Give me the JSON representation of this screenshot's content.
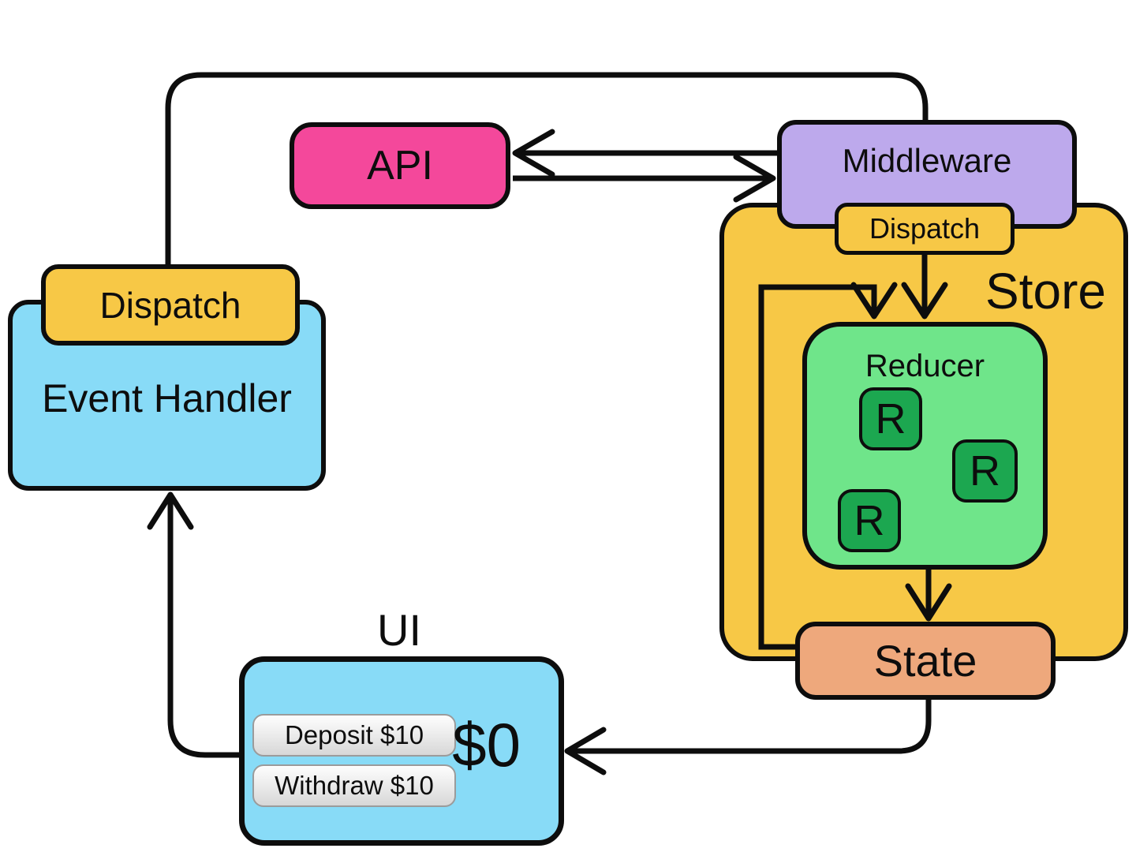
{
  "nodes": {
    "api": {
      "label": "API"
    },
    "middleware": {
      "label": "Middleware"
    },
    "store": {
      "label": "Store",
      "dispatch_label": "Dispatch"
    },
    "reducer": {
      "label": "Reducer",
      "r_labels": [
        "R",
        "R",
        "R"
      ]
    },
    "state": {
      "label": "State"
    },
    "event_handler": {
      "label": "Event Handler",
      "dispatch_label": "Dispatch"
    },
    "ui": {
      "label": "UI",
      "balance": "$0",
      "buttons": [
        {
          "label": "Deposit $10"
        },
        {
          "label": "Withdraw $10"
        }
      ]
    }
  },
  "colors": {
    "api": "#f4489b",
    "middleware": "#bda9ec",
    "store": "#f7c846",
    "reducer": "#6fe58a",
    "reducer_unit": "#1ca750",
    "state": "#eea87c",
    "ui": "#88dbf7",
    "line": "#0d0d0d"
  }
}
